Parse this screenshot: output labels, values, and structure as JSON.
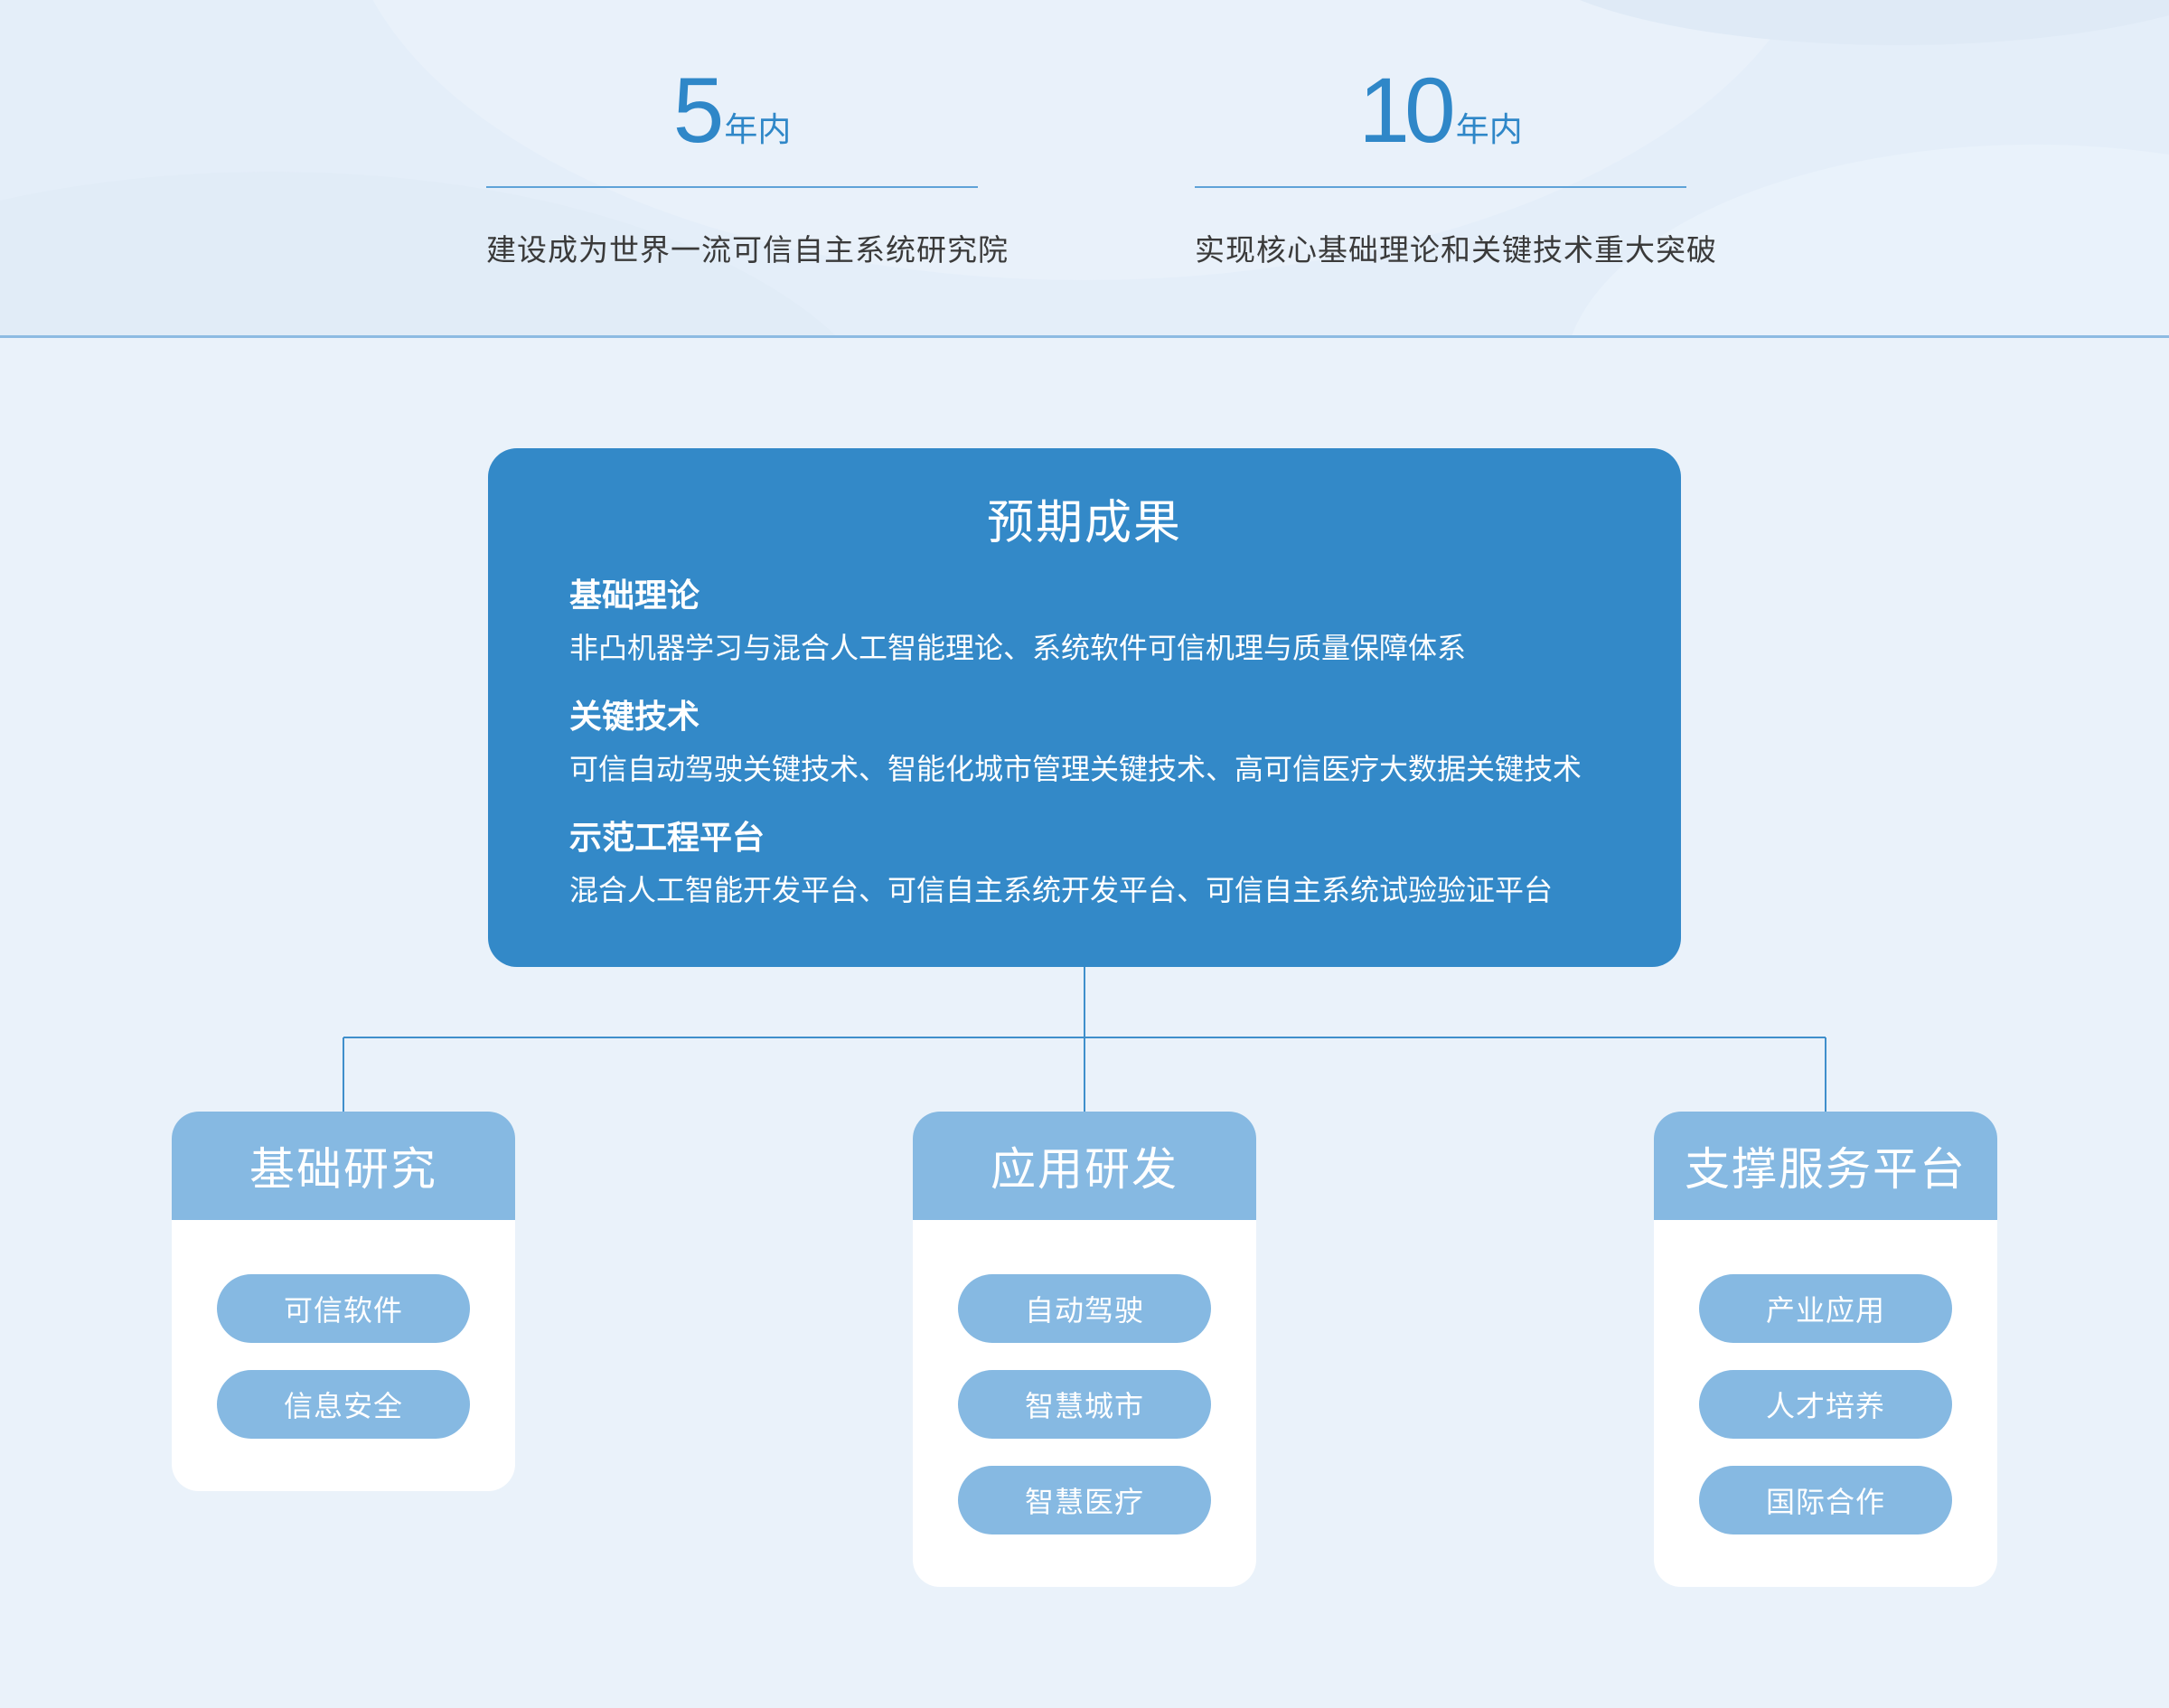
{
  "goals": [
    {
      "number": "5",
      "unit": "年内",
      "description": "建设成为世界一流可信自主系统研究院"
    },
    {
      "number": "10",
      "unit": "年内",
      "description": "实现核心基础理论和关键技术重大突破"
    }
  ],
  "outcome": {
    "title": "预期成果",
    "sections": [
      {
        "heading": "基础理论",
        "text": "非凸机器学习与混合人工智能理论、系统软件可信机理与质量保障体系"
      },
      {
        "heading": "关键技术",
        "text": "可信自动驾驶关键技术、智能化城市管理关键技术、高可信医疗大数据关键技术"
      },
      {
        "heading": "示范工程平台",
        "text": "混合人工智能开发平台、可信自主系统开发平台、可信自主系统试验验证平台"
      }
    ]
  },
  "branches": [
    {
      "title": "基础研究",
      "items": [
        "可信软件",
        "信息安全"
      ]
    },
    {
      "title": "应用研发",
      "items": [
        "自动驾驶",
        "智慧城市",
        "智慧医疗"
      ]
    },
    {
      "title": "支撑服务平台",
      "items": [
        "产业应用",
        "人才培养",
        "国际合作"
      ]
    }
  ],
  "colors": {
    "primary": "#3389c8",
    "light": "#86b9e2",
    "background": "#eaf2fa",
    "text": "#3a3a3a"
  }
}
